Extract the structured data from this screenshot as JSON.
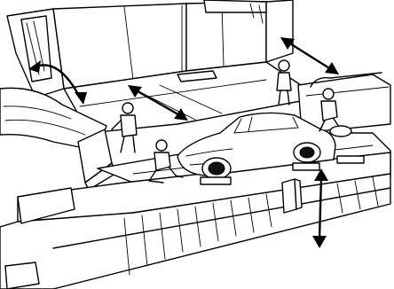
{
  "illustration": {
    "subject": "car-transport-deck-line-drawing",
    "palette": {
      "ink": "#000000",
      "paper": "#ffffff"
    },
    "figures": [
      "worker-top-right",
      "worker-right",
      "worker-left",
      "worker-kneeling"
    ],
    "arrows": [
      "arrow-upper-left",
      "arrow-ramp-diagonal",
      "arrow-top-right-diagonal",
      "arrow-vertical-lift"
    ]
  }
}
